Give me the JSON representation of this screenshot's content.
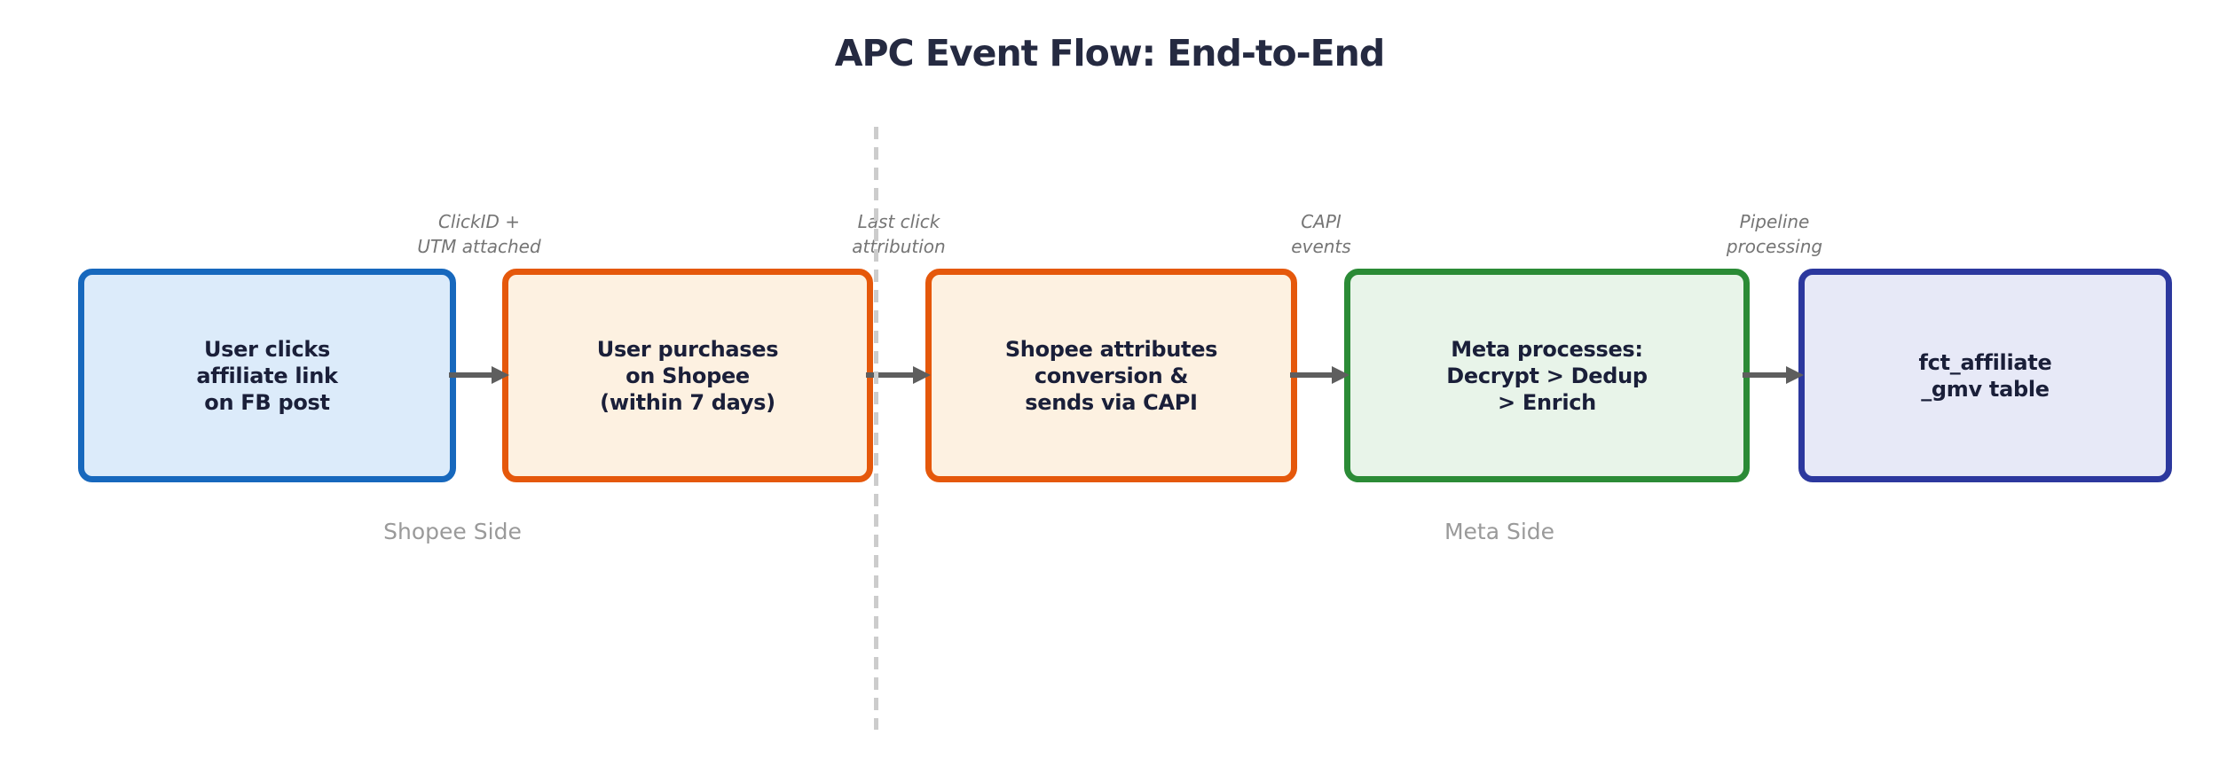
{
  "title": "APC Event Flow: End-to-End",
  "nodes": [
    {
      "name": "user-clicks-affiliate-link",
      "lines": [
        "User clicks",
        "affiliate link",
        "on FB post"
      ],
      "border_color": "#1768bd",
      "fill_color": "#dcebfa"
    },
    {
      "name": "user-purchases-on-shopee",
      "lines": [
        "User purchases",
        "on Shopee",
        "(within 7 days)"
      ],
      "border_color": "#e5580b",
      "fill_color": "#fdf1e1"
    },
    {
      "name": "shopee-attributes-conversion",
      "lines": [
        "Shopee attributes",
        "conversion &",
        "sends via CAPI"
      ],
      "border_color": "#e5580b",
      "fill_color": "#fdf1e1"
    },
    {
      "name": "meta-processes",
      "lines": [
        "Meta processes:",
        "Decrypt > Dedup",
        "> Enrich"
      ],
      "border_color": "#2b8b36",
      "fill_color": "#e8f4e9"
    },
    {
      "name": "fct-affiliate-gmv-table",
      "lines": [
        "fct_affiliate",
        "_gmv table"
      ],
      "border_color": "#2c389e",
      "fill_color": "#e7e9f7"
    }
  ],
  "edge_labels": [
    {
      "lines": [
        "ClickID +",
        "UTM attached"
      ]
    },
    {
      "lines": [
        "Last click",
        "attribution"
      ]
    },
    {
      "lines": [
        "CAPI",
        "events"
      ]
    },
    {
      "lines": [
        "Pipeline",
        "processing"
      ]
    }
  ],
  "zones": {
    "left_label": "Shopee Side",
    "right_label": "Meta Side"
  },
  "styles": {
    "title_color": "#252a41",
    "node_text_color": "#1a1f39",
    "arrow_color": "#5e5e5e",
    "divider_color": "#cccccc",
    "edge_label_color": "#757575",
    "zone_label_color": "#9a9a9a"
  }
}
